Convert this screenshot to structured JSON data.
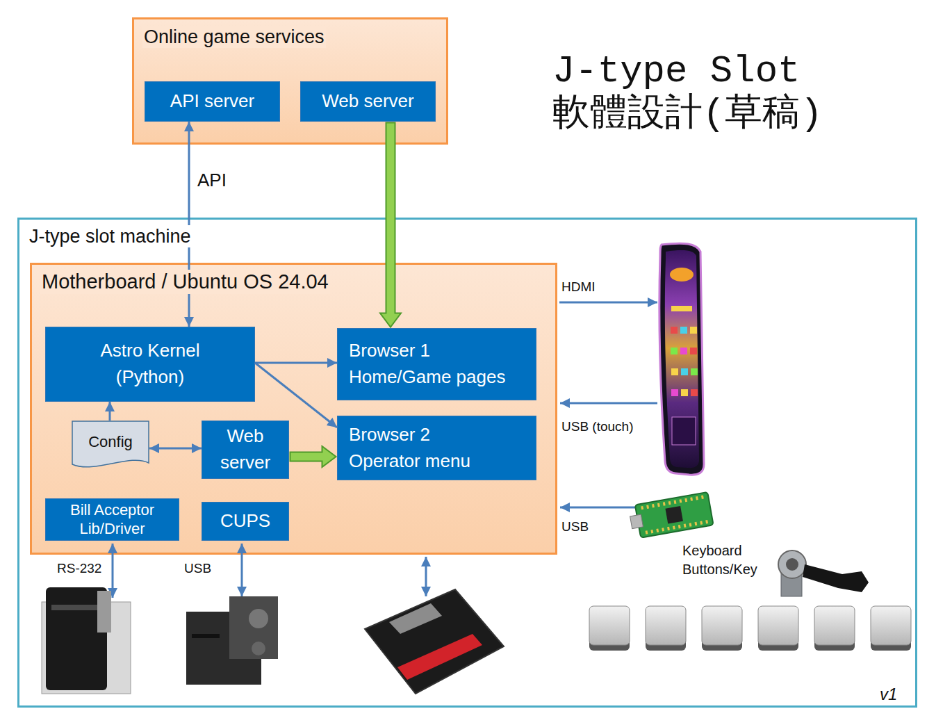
{
  "diagram": {
    "title": "J-type Slot 軟體設計(草稿)",
    "nodes": [
      {
        "text": [
          "Online game services"
        ]
      },
      {
        "text": [
          "API server"
        ],
        "in": 0
      },
      {
        "text": [
          "Web server"
        ],
        "in": 0
      },
      {
        "text": [
          "J-type slot machine"
        ]
      },
      {
        "text": [
          "Motherboard / Ubuntu OS 24.04"
        ],
        "in": 3
      },
      {
        "text": [
          "Astro Kernel",
          "(Python)"
        ],
        "in": 4
      },
      {
        "text": [
          "Browser 1",
          "Home/Game pages"
        ],
        "in": 4
      },
      {
        "text": [
          "Config"
        ],
        "in": 4
      },
      {
        "text": [
          "Web server"
        ],
        "in": 4
      },
      {
        "text": [
          "Browser 2",
          "Operator menu"
        ],
        "in": 4
      },
      {
        "text": [
          "Bill Acceptor Lib/Driver"
        ],
        "in": 4
      },
      {
        "text": [
          "CUPS"
        ],
        "in": 4
      }
    ],
    "edges": [
      {
        "from": 1,
        "to": 5,
        "label": "API",
        "arrow": "both"
      },
      {
        "from": 2,
        "to": 6,
        "arrow": "to"
      },
      {
        "from": 5,
        "to": 6,
        "arrow": "to"
      },
      {
        "from": 5,
        "to": 9,
        "arrow": "to"
      },
      {
        "from": 7,
        "to": 5,
        "arrow": "to"
      },
      {
        "from": 7,
        "to": 8,
        "arrow": "both"
      },
      {
        "from": 8,
        "to": 9,
        "arrow": "to"
      }
    ],
    "labels": [
      "HDMI",
      "USB (touch)",
      "USB",
      "Keyboard Buttons/Key",
      "RS-232",
      "USB",
      "v1"
    ]
  }
}
